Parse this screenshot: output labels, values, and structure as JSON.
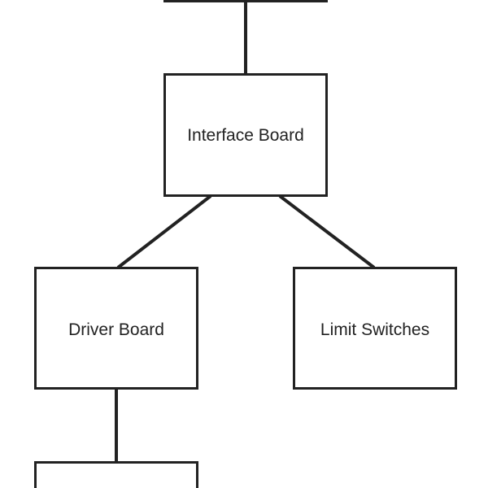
{
  "diagram": {
    "nodes": {
      "interface_board": {
        "label": "Interface Board"
      },
      "driver_board": {
        "label": "Driver Board"
      },
      "limit_switches": {
        "label": "Limit Switches"
      },
      "top_node": {
        "label": ""
      },
      "bottom_node": {
        "label": ""
      }
    },
    "edges": [
      {
        "from": "top_node",
        "to": "interface_board"
      },
      {
        "from": "interface_board",
        "to": "driver_board"
      },
      {
        "from": "interface_board",
        "to": "limit_switches"
      },
      {
        "from": "driver_board",
        "to": "bottom_node"
      }
    ],
    "colors": {
      "stroke": "#222222",
      "fill": "#ffffff",
      "text": "#222222"
    }
  }
}
